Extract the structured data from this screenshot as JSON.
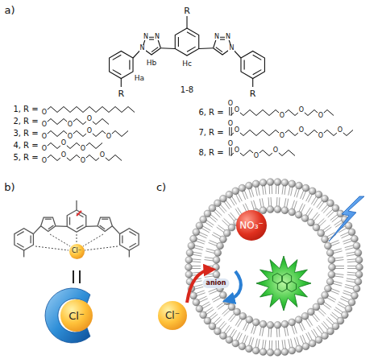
{
  "diagram": {
    "nodes": [
      {
        "text": [
          "Cl⁻"
        ]
      },
      {
        "text": [
          "Cl⁻"
        ]
      },
      {
        "text": [
          "NO₃⁻"
        ]
      },
      {
        "text": [
          "Cl⁻"
        ]
      }
    ],
    "labels": [
      "a)",
      "R",
      "R",
      "R",
      "N",
      "N",
      "N",
      "N",
      "N",
      "N",
      "Ha",
      "Hb",
      "Hc",
      "1-8",
      "1, R =",
      "2, R =",
      "3, R =",
      "4, R =",
      "5, R =",
      "6, R =",
      "7, R =",
      "8, R =",
      "b)",
      "c)",
      "anion",
      "O",
      "O",
      "O",
      "O",
      "O",
      "O",
      "O",
      "O",
      "O",
      "O",
      "O",
      "O",
      "O",
      "O",
      "O",
      "O",
      "O",
      "O",
      "O",
      "O",
      "O",
      "O",
      "O",
      "O",
      "O",
      "O",
      "O",
      "O",
      "O",
      "O"
    ]
  }
}
